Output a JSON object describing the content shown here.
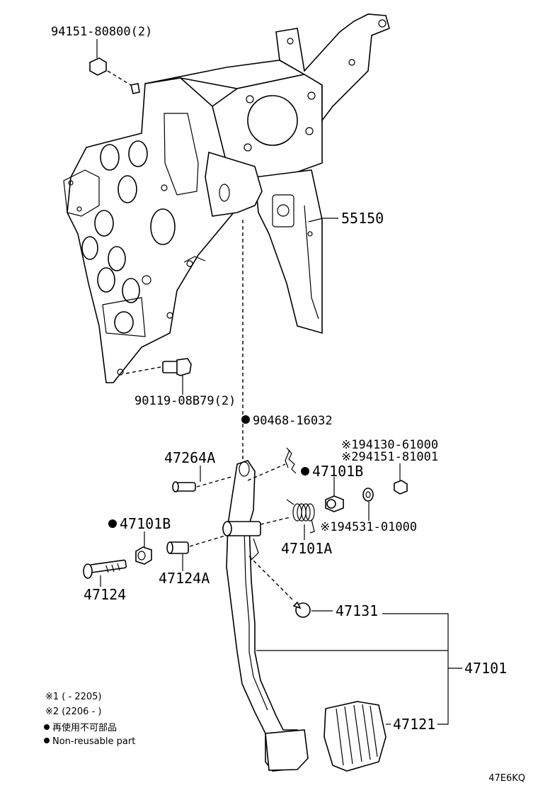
{
  "labels": {
    "nut_top": "94151-80800(2)",
    "bracket": "55150",
    "bolt": "90119-08B79(2)",
    "clip": "90468-16032",
    "pin": "47264A",
    "bushing_right": "47101B",
    "bushing_left": "47101B",
    "nut_alt1": "※194130-61000",
    "nut_alt2": "※294151-81001",
    "washer": "※194531-01000",
    "spring": "47101A",
    "collar": "47124A",
    "bolt_pivot": "47124",
    "stopper": "47131",
    "pedal_assy": "47101",
    "pad": "47121"
  },
  "legend": {
    "note1": "※1 (      - 2205)",
    "note2": "※2 (2206 -      )",
    "jp": "再使用不可部品",
    "en": "Non-reusable part"
  },
  "diagram_code": "47E6KQ"
}
